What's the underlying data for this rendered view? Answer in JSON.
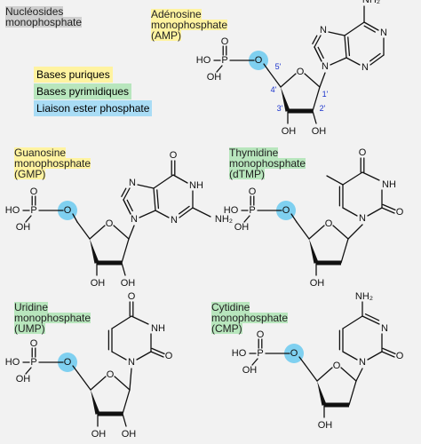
{
  "title_lines": [
    "Nucléosides",
    "monophosphate"
  ],
  "legend": {
    "purine": "Bases puriques",
    "pyrimidine": "Bases pyrimidiques",
    "ester": "Liaison ester phosphate",
    "colors": {
      "purine": "#fff3a0",
      "pyrimidine": "#b8e6bd",
      "ester": "#7fd0f0"
    }
  },
  "molecules": {
    "amp": {
      "name_lines": [
        "Adénosine",
        "monophosphate",
        "(AMP)"
      ]
    },
    "gmp": {
      "name_lines": [
        "Guanosine",
        "monophosphate",
        "(GMP)"
      ]
    },
    "dtmp": {
      "name_lines": [
        "Thymidine",
        "monophosphate",
        "(dTMP)"
      ]
    },
    "ump": {
      "name_lines": [
        "Uridine",
        "monophosphate",
        "(UMP)"
      ]
    },
    "cmp": {
      "name_lines": [
        "Cytidine",
        "monophosphate",
        "(CMP)"
      ]
    }
  },
  "atoms": {
    "phosphorus": "P",
    "oxygen": "O",
    "nitrogen": "N",
    "hydroxyl_left": "HO",
    "hydroxyl": "OH",
    "amine": "NH₂",
    "imine_h": "H",
    "nh": "NH"
  },
  "carbon_numbering": {
    "c5": "5'",
    "c4": "4'",
    "c3": "3'",
    "c2": "2'",
    "c1": "1'",
    "color": "#1a33cc"
  }
}
